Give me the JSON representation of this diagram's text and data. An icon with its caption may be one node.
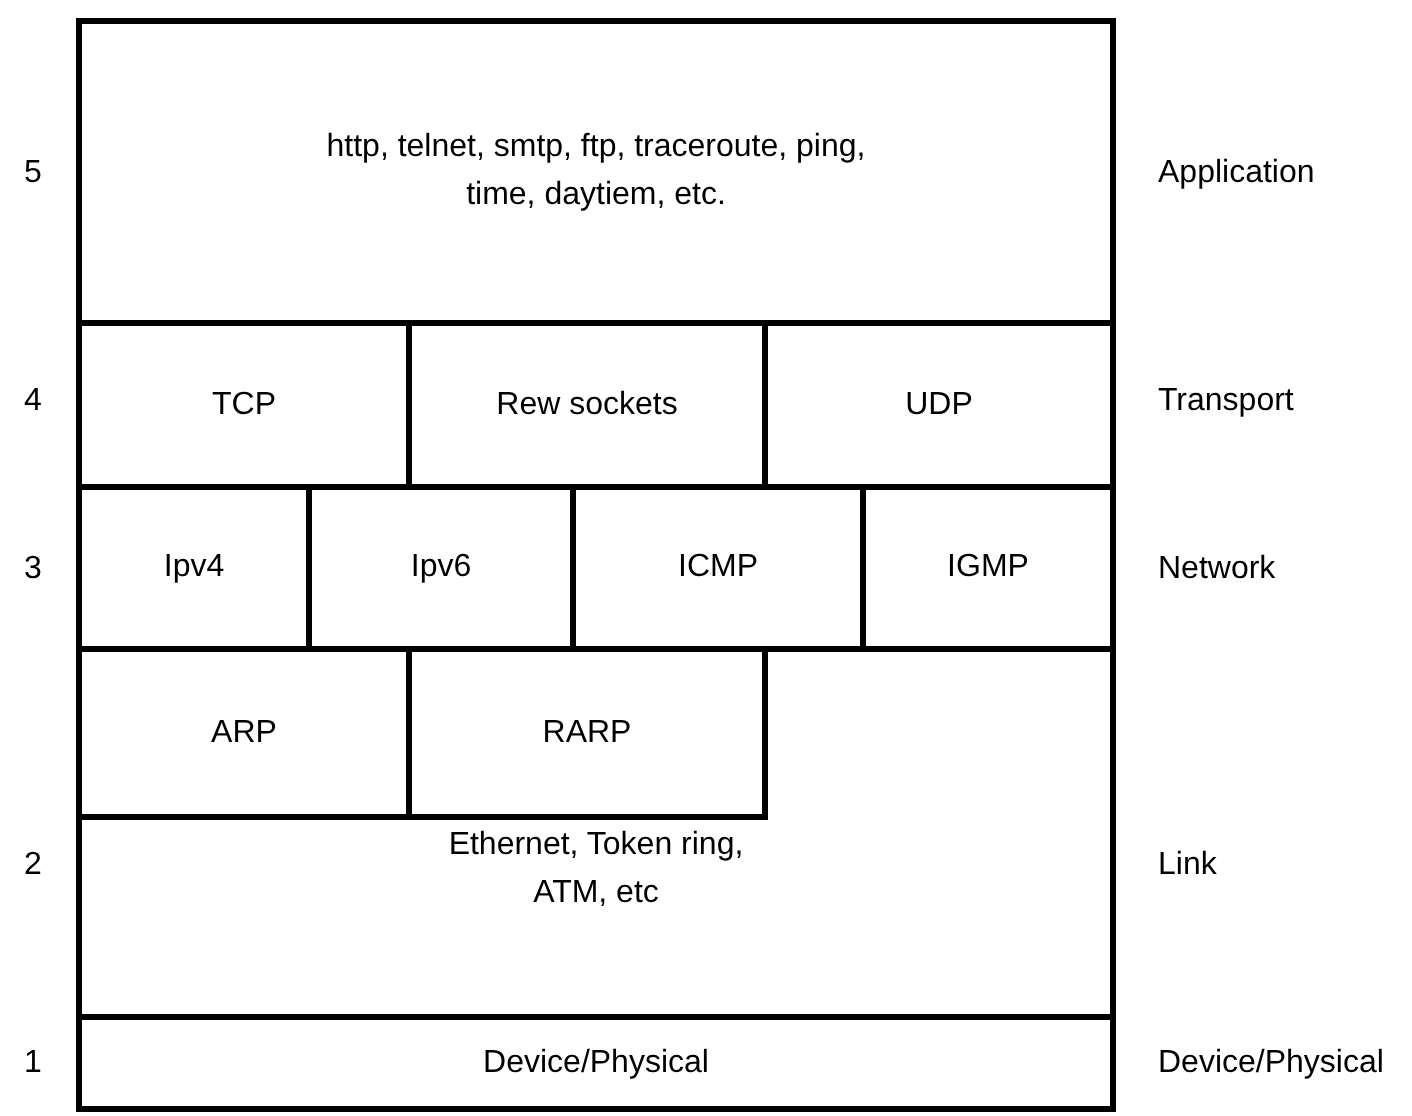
{
  "diagram": {
    "nodes": [
      {
        "text": [
          "http, telnet, smtp, ftp, traceroute, ping, time, daytiem, etc."
        ]
      },
      {
        "text": [
          "TCP"
        ]
      },
      {
        "text": [
          "Rew sockets"
        ]
      },
      {
        "text": [
          "UDP"
        ]
      },
      {
        "text": [
          "Ipv4"
        ]
      },
      {
        "text": [
          "Ipv6"
        ]
      },
      {
        "text": [
          "ICMP"
        ]
      },
      {
        "text": [
          "IGMP"
        ]
      },
      {
        "text": [
          "Ethernet, Token ring, ATM, etc"
        ]
      },
      {
        "text": [
          "ARP"
        ],
        "in": 8
      },
      {
        "text": [
          "RARP"
        ],
        "in": 8
      },
      {
        "text": [
          "Device/Physical"
        ]
      }
    ],
    "labels": [
      "5",
      "Application",
      "4",
      "Transport",
      "3",
      "Network",
      "2",
      "Link",
      "1",
      "Device/Physical"
    ]
  }
}
